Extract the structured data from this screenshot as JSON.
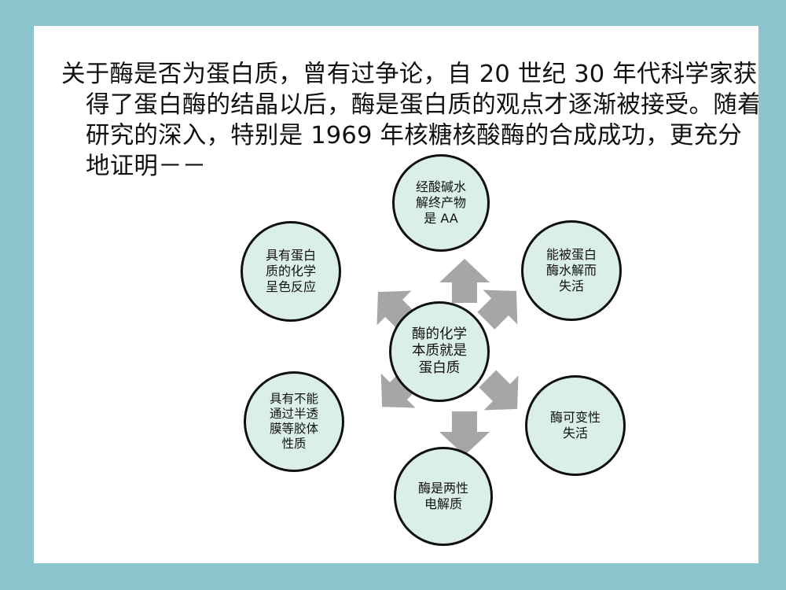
{
  "slide": {
    "border_color": "#8cc5ce",
    "page_background": "#ffffff",
    "heading": "关于酶是否为蛋白质，曾有过争论，自 20 世纪 30 年代科学家获得了蛋白酶的结晶以后，酶是蛋白质的观点才逐渐被接受。随着研究的深入，特别是 1969 年核糖核酸酶的合成成功，更充分地证明－－"
  },
  "diagram": {
    "type": "radial-hub-and-spoke",
    "node_fill_color": "#dbefea",
    "node_border_color": "#101010",
    "arrow_color": "#a6a6a6",
    "center": {
      "label": "酶的化学\n本质就是\n蛋白质"
    },
    "outer_nodes": [
      {
        "position": "top",
        "label": "经酸碱水\n解终产物\n是 AA"
      },
      {
        "position": "upper-right",
        "label": "能被蛋白\n酶水解而\n失活"
      },
      {
        "position": "lower-right",
        "label": "酶可变性\n失活"
      },
      {
        "position": "bottom",
        "label": "酶是两性\n电解质"
      },
      {
        "position": "lower-left",
        "label": "具有不能\n通过半透\n膜等胶体\n性质"
      },
      {
        "position": "upper-left",
        "label": "具有蛋白\n质的化学\n呈色反应"
      }
    ]
  }
}
